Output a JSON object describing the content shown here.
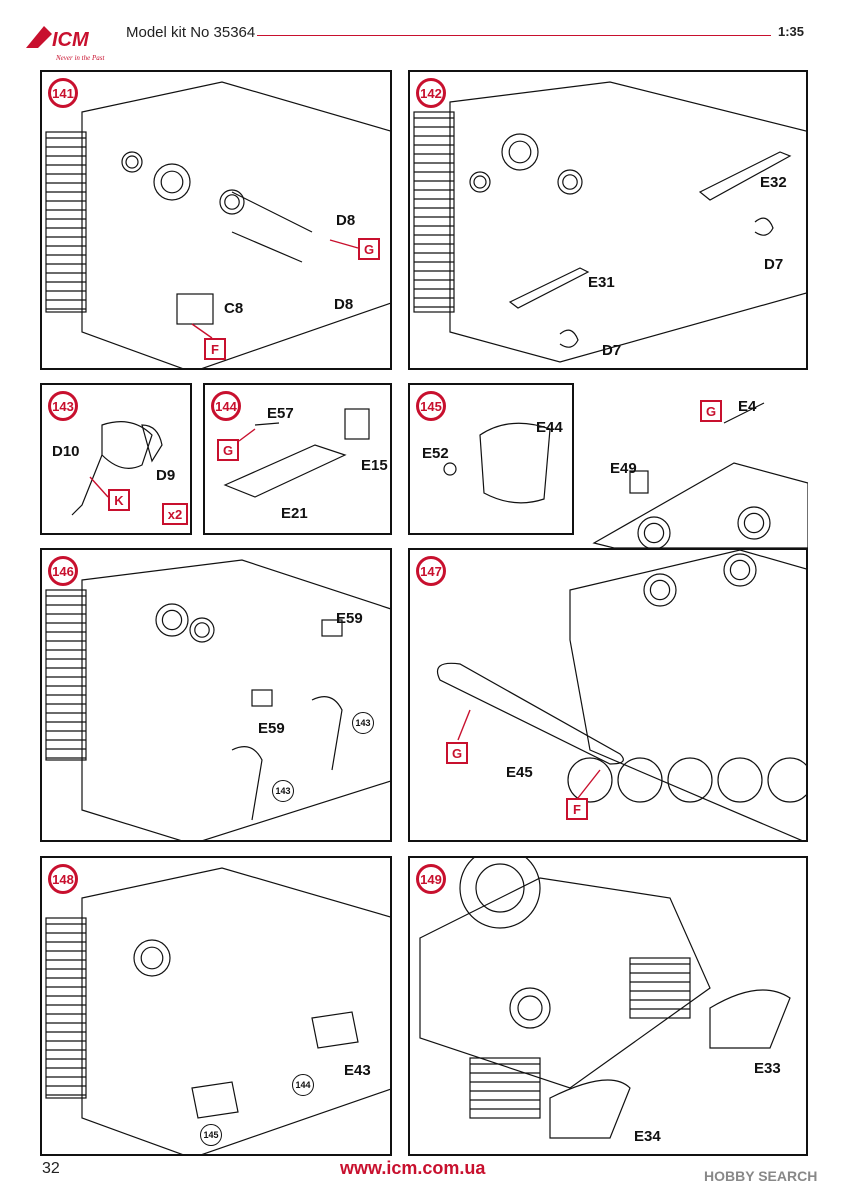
{
  "header": {
    "brand_logo": "ICM",
    "brand_tagline": "Never in the Past",
    "kit_title": "Model kit No 35364",
    "scale": "1:35"
  },
  "steps": [
    {
      "number": "141",
      "labels": [
        "D8",
        "D8",
        "C8"
      ],
      "tags": [
        "G",
        "F"
      ]
    },
    {
      "number": "142",
      "labels": [
        "E32",
        "D7",
        "E31",
        "D7"
      ]
    },
    {
      "number": "143",
      "labels": [
        "D10",
        "D9"
      ],
      "tags": [
        "K"
      ],
      "multiplier": "x2"
    },
    {
      "number": "144",
      "labels": [
        "E57",
        "E15",
        "E21"
      ],
      "tags": [
        "G"
      ]
    },
    {
      "number": "145",
      "labels": [
        "E44",
        "E52",
        "E49",
        "E4"
      ],
      "tags": [
        "G"
      ]
    },
    {
      "number": "146",
      "labels": [
        "E59",
        "E59"
      ],
      "refs": [
        "143",
        "143"
      ]
    },
    {
      "number": "147",
      "labels": [
        "E45"
      ],
      "tags": [
        "G",
        "F"
      ]
    },
    {
      "number": "148",
      "labels": [
        "E43"
      ],
      "refs": [
        "144",
        "145"
      ]
    },
    {
      "number": "149",
      "labels": [
        "E33",
        "E34"
      ]
    }
  ],
  "footer": {
    "page_number": "32",
    "website": "www.icm.com.ua",
    "watermark": "HOBBY SEARCH"
  },
  "colors": {
    "accent": "#c8102e",
    "ink": "#111111"
  }
}
